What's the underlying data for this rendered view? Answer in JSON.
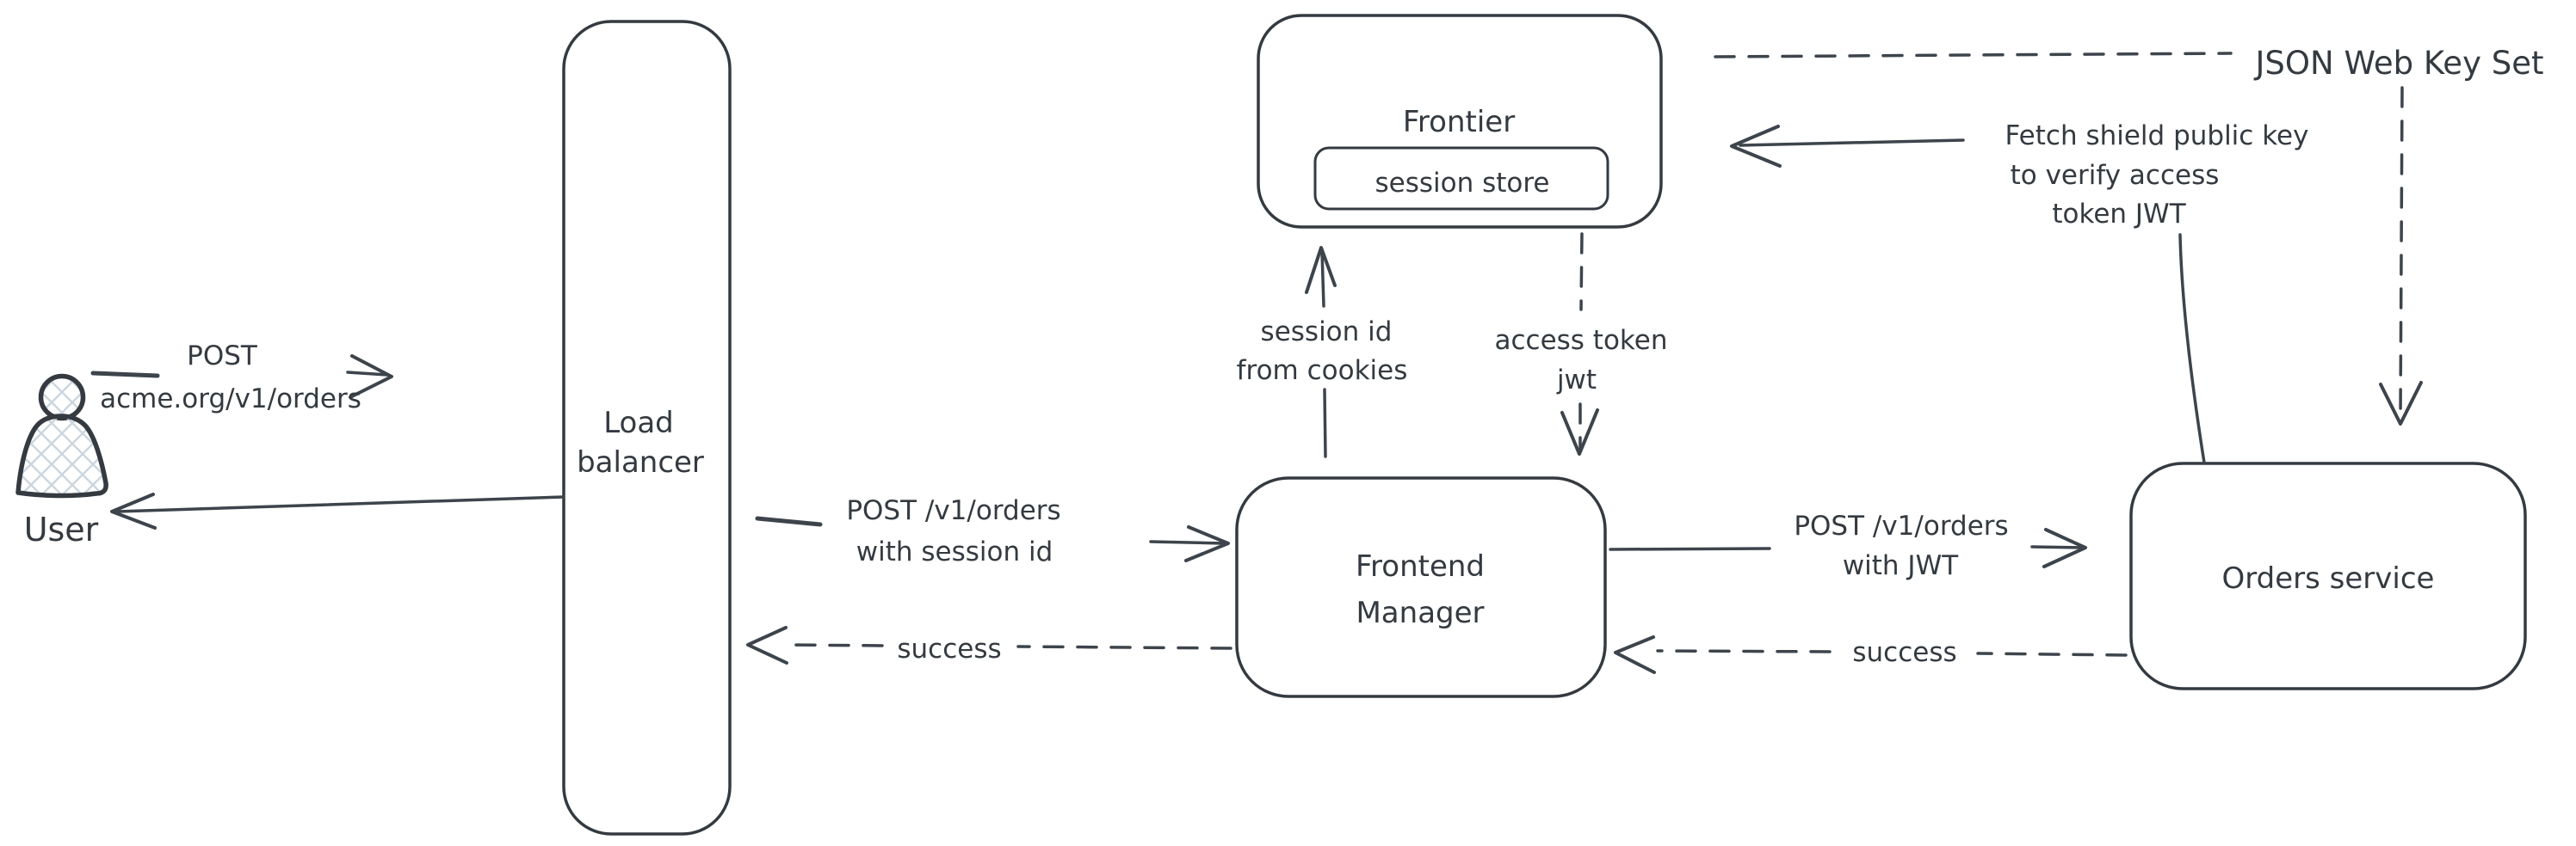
{
  "colors": {
    "stroke": "#343a40",
    "arrow": "#3d444c",
    "hatch_fill": "#ccd6de",
    "background": "#ffffff"
  },
  "nodes": {
    "user": {
      "label": "User"
    },
    "load_balancer": {
      "line1": "Load",
      "line2": "balancer"
    },
    "frontier": {
      "title": "Frontier",
      "session_store": "session store"
    },
    "frontend_manager": {
      "line1": "Frontend",
      "line2": "Manager"
    },
    "orders_service": {
      "label": "Orders service"
    }
  },
  "edges": {
    "user_to_lb": {
      "line1": "POST",
      "line2": "acme.org/v1/orders"
    },
    "lb_to_fm": {
      "line1": "POST /v1/orders",
      "line2": "with session id"
    },
    "fm_to_lb": {
      "label": "success"
    },
    "fm_to_frontier": {
      "line1": "session id",
      "line2": "from cookies"
    },
    "frontier_to_fm": {
      "line1": "access token",
      "line2": "jwt"
    },
    "fm_to_orders": {
      "line1": "POST /v1/orders",
      "line2": "with JWT"
    },
    "orders_to_fm": {
      "label": "success"
    },
    "orders_to_frontier": {
      "line1": "Fetch shield public key",
      "line2": "to verify access",
      "line3": "token JWT"
    },
    "jwks": {
      "label": "JSON Web Key Set"
    }
  }
}
